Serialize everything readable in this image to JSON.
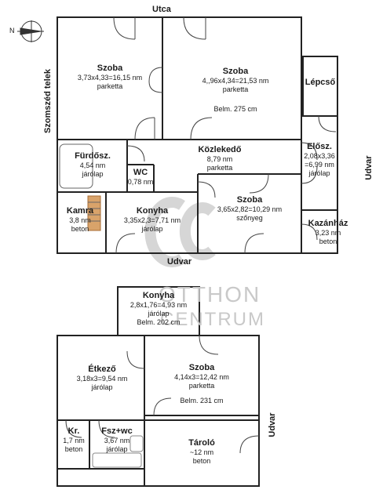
{
  "labels": {
    "north": "Utca",
    "west": "Szomszéd telek",
    "east_upper": "Udvar",
    "middle": "Udvar",
    "east_lower": "Udvar",
    "compass": "N"
  },
  "watermark": {
    "line1": "OTTHON",
    "line2": "CENTRUM",
    "mark": "OC"
  },
  "rooms": {
    "szoba1": {
      "name": "Szoba",
      "dims": "3,73x4,33=16,15 nm",
      "floor": "parketta"
    },
    "szoba2": {
      "name": "Szoba",
      "dims": "4,,96x4,34=21,53 nm",
      "floor": "parketta",
      "extra": "Belm. 275 cm"
    },
    "lepcso": {
      "name": "Lépcső"
    },
    "furdo": {
      "name": "Fürdősz.",
      "dims": "4,54 nm",
      "floor": "járólap"
    },
    "wc": {
      "name": "WC",
      "dims": "0,78 nm"
    },
    "kozlekedo": {
      "name": "Közlekedő",
      "dims": "8,79 nm",
      "floor": "parketta"
    },
    "elosz": {
      "name": "Elősz.",
      "dims": "2,08x3,36",
      "dims2": "=6,99 nm",
      "floor": "járólap"
    },
    "kamra": {
      "name": "Kamra",
      "dims": "3,8 nm",
      "floor": "beton"
    },
    "konyha1": {
      "name": "Konyha",
      "dims": "3,35x2,3=7,71 nm",
      "floor": "járólap"
    },
    "szoba3": {
      "name": "Szoba",
      "dims": "3,65x2,82=10,29 nm",
      "floor": "szőnyeg"
    },
    "kazan": {
      "name": "Kazánház",
      "dims": "3,23 nm",
      "floor": "beton"
    },
    "konyha2": {
      "name": "Konyha",
      "dims": "2,8x1,76=4,93 nm",
      "floor": "járólap",
      "extra": "Belm. 202 cm"
    },
    "etkezo": {
      "name": "Étkező",
      "dims": "3,18x3=9,54 nm",
      "floor": "járólap"
    },
    "szoba4": {
      "name": "Szoba",
      "dims": "4,14x3=12,42 nm",
      "floor": "parketta",
      "extra": "Belm. 231 cm"
    },
    "kr": {
      "name": "Kr.",
      "dims": "1,7 nm",
      "floor": "beton"
    },
    "fsz": {
      "name": "Fsz+wc",
      "dims": "3,67 nm",
      "floor": "járólap"
    },
    "tarolo": {
      "name": "Tároló",
      "dims": "~12 nm",
      "floor": "beton"
    }
  }
}
